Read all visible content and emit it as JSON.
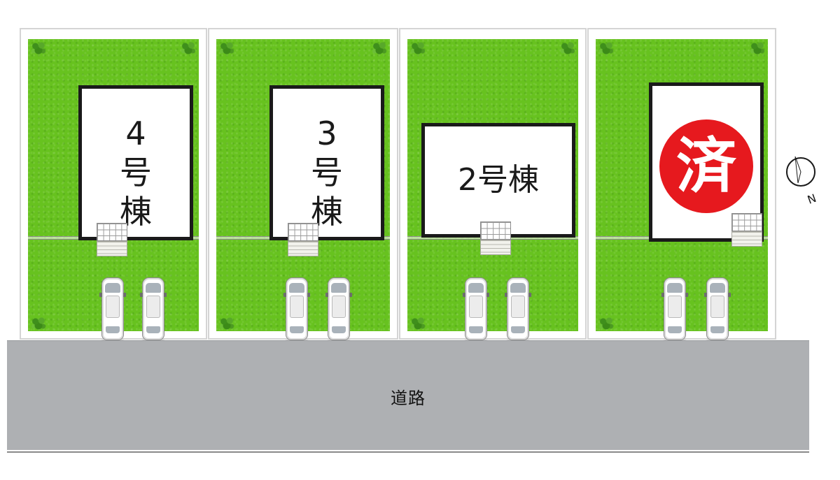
{
  "lots": [
    {
      "id": "lot-4",
      "label_lines": [
        "4",
        "号",
        "棟"
      ],
      "layout": "vertical",
      "sold": false
    },
    {
      "id": "lot-3",
      "label_lines": [
        "3",
        "号",
        "棟"
      ],
      "layout": "vertical",
      "sold": false
    },
    {
      "id": "lot-2",
      "label": "2号棟",
      "layout": "horizontal",
      "sold": false
    },
    {
      "id": "lot-1",
      "sold_label": "済",
      "sold": true
    }
  ],
  "road": {
    "label": "道路"
  },
  "compass": {
    "north_label": "N"
  },
  "colors": {
    "lawn": "#67c21f",
    "road": "#aeb0b3",
    "sold": "#e6191e",
    "house_border": "#1a1a1a"
  }
}
